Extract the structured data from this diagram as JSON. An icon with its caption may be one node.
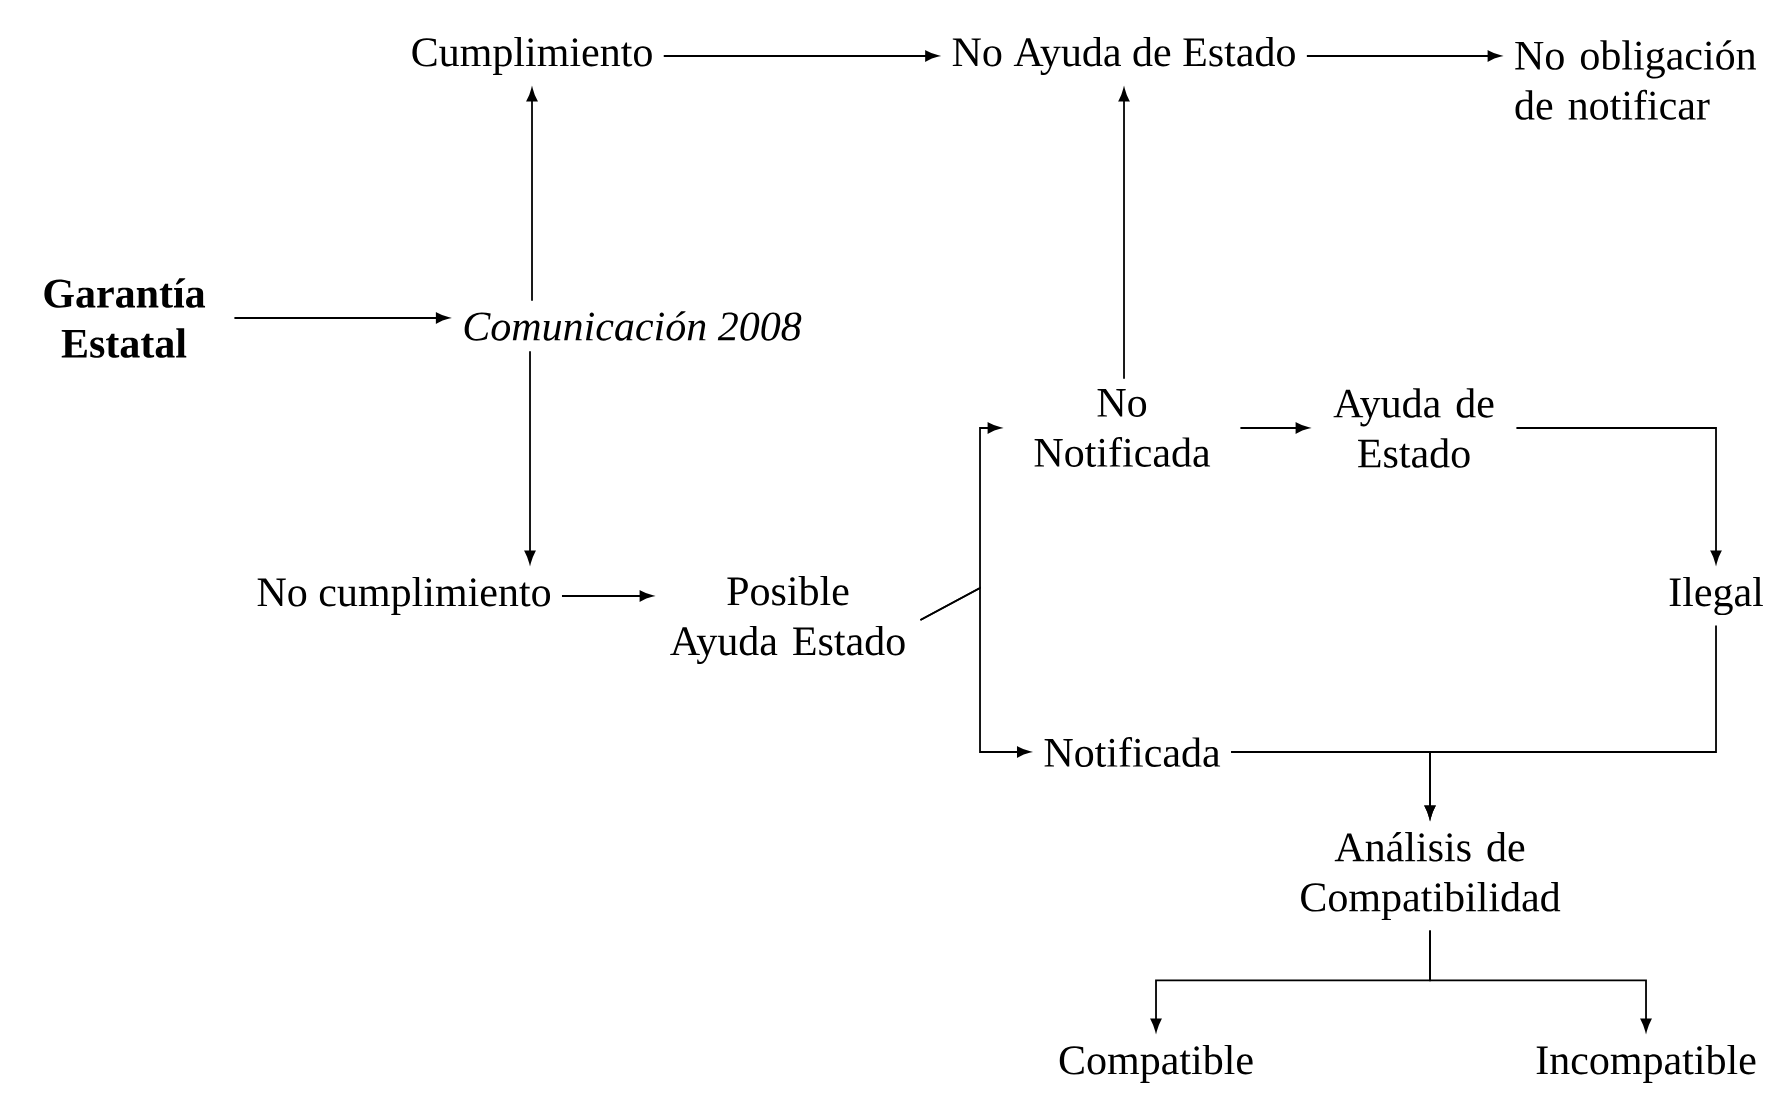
{
  "diagram": {
    "nodes": [
      {
        "text": [
          "Garantía Estatal"
        ]
      },
      {
        "text": [
          "Comunicación 2008"
        ]
      },
      {
        "text": [
          "Cumplimiento"
        ]
      },
      {
        "text": [
          "No Ayuda de Estado"
        ]
      },
      {
        "text": [
          "No obligación de notificar"
        ]
      },
      {
        "text": [
          "No cumplimiento"
        ]
      },
      {
        "text": [
          "Posible Ayuda Estado"
        ]
      },
      {
        "text": [
          "No Notificada"
        ]
      },
      {
        "text": [
          "Ayuda de Estado"
        ]
      },
      {
        "text": [
          "Ilegal"
        ]
      },
      {
        "text": [
          "Notificada"
        ]
      },
      {
        "text": [
          "Análisis de Compatibilidad"
        ]
      },
      {
        "text": [
          "Compatible"
        ]
      },
      {
        "text": [
          "Incompatible"
        ]
      }
    ],
    "edges": [
      {
        "from": 0,
        "to": 1,
        "arrow": "to"
      },
      {
        "from": 1,
        "to": 2,
        "arrow": "to"
      },
      {
        "from": 1,
        "to": 5,
        "arrow": "to"
      },
      {
        "from": 2,
        "to": 3,
        "arrow": "to"
      },
      {
        "from": 3,
        "to": 4,
        "arrow": "to"
      },
      {
        "from": 5,
        "to": 6,
        "arrow": "to"
      },
      {
        "from": 6,
        "to": 7,
        "arrow": "to"
      },
      {
        "from": 6,
        "to": 10,
        "arrow": "to"
      },
      {
        "from": 7,
        "to": 3,
        "arrow": "to"
      },
      {
        "from": 7,
        "to": 8,
        "arrow": "to"
      },
      {
        "from": 8,
        "to": 9,
        "arrow": "to"
      },
      {
        "from": 9,
        "to": 11,
        "arrow": "to"
      },
      {
        "from": 10,
        "to": 11,
        "arrow": "to"
      },
      {
        "from": 11,
        "to": 12,
        "arrow": "to"
      },
      {
        "from": 11,
        "to": 13,
        "arrow": "to"
      }
    ]
  }
}
